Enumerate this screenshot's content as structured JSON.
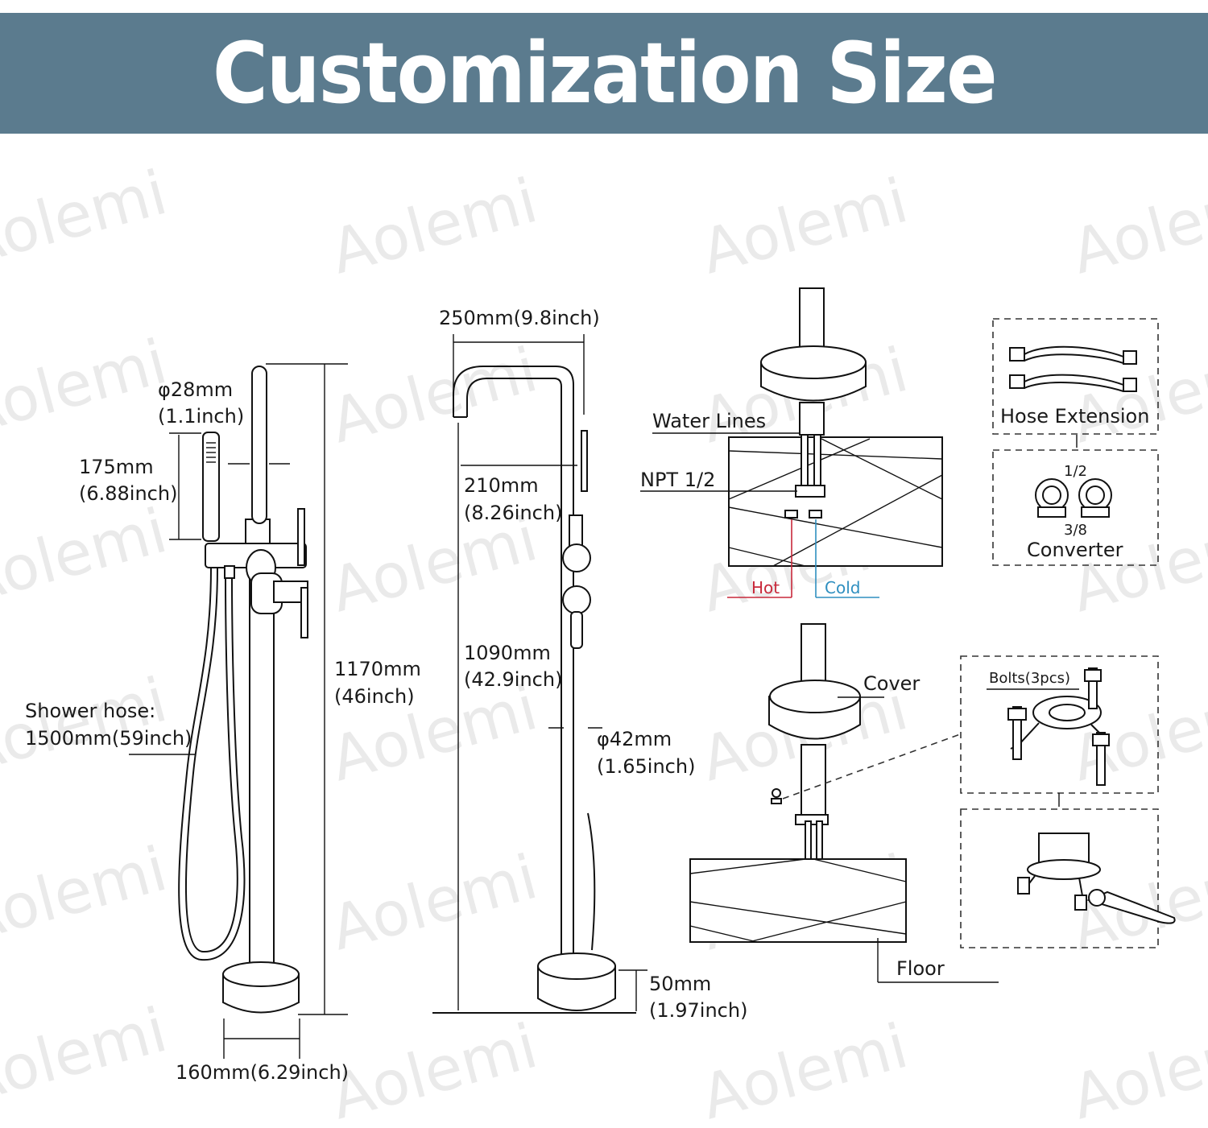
{
  "banner": {
    "title": "Customization Size"
  },
  "watermark": {
    "text": "Aolemi"
  },
  "dimensions": {
    "handle_diameter": {
      "mm": "φ28mm",
      "inch": "(1.1inch)"
    },
    "handshower_length": {
      "mm": "175mm",
      "inch": "(6.88inch)"
    },
    "shower_hose": {
      "label": "Shower hose:",
      "value": "1500mm(59inch)"
    },
    "total_height": {
      "mm": "1170mm",
      "inch": "(46inch)"
    },
    "base_diameter": {
      "value": "160mm(6.29inch)"
    },
    "spout_span": {
      "value": "250mm(9.8inch)"
    },
    "spout_reach": {
      "mm": "210mm",
      "inch": "(8.26inch)"
    },
    "spout_height": {
      "mm": "1090mm",
      "inch": "(42.9inch)"
    },
    "pipe_diameter": {
      "mm": "φ42mm",
      "inch": "(1.65inch)"
    },
    "base_height": {
      "mm": "50mm",
      "inch": "(1.97inch)"
    }
  },
  "install": {
    "water_lines": "Water Lines",
    "npt": "NPT 1/2",
    "hot": "Hot",
    "cold": "Cold",
    "hose_extension": "Hose Extension",
    "converter_top": "1/2",
    "converter_bottom": "3/8",
    "converter": "Converter",
    "cover": "Cover",
    "bolts": "Bolts(3pcs)",
    "floor": "Floor"
  },
  "colors": {
    "banner": "#5b7b8e",
    "hot": "#c8283a",
    "cold": "#2f8fc0"
  }
}
